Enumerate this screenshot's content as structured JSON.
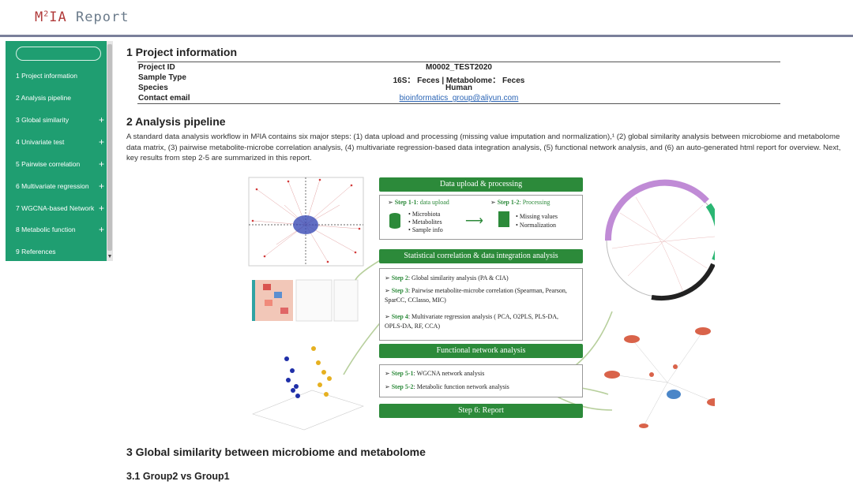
{
  "app": {
    "logo_main": "M",
    "logo_sup": "2",
    "logo_rest": "IA",
    "logo_report": "Report"
  },
  "sidebar": {
    "items": [
      {
        "label": "1 Project information",
        "expandable": false
      },
      {
        "label": "2 Analysis pipeline",
        "expandable": false
      },
      {
        "label": "3 Global similarity",
        "expandable": true
      },
      {
        "label": "4 Univariate test",
        "expandable": true
      },
      {
        "label": "5 Pairwise correlation",
        "expandable": true
      },
      {
        "label": "6 Multivariate regression",
        "expandable": true
      },
      {
        "label": "7 WGCNA-based Network",
        "expandable": true
      },
      {
        "label": "8 Metabolic function",
        "expandable": true
      },
      {
        "label": "9 References",
        "expandable": false
      }
    ],
    "plus_glyph": "+",
    "scroll_down": "▼"
  },
  "section1": {
    "title": "1 Project information",
    "rows": [
      {
        "key": "Project ID",
        "value": "M0002_TEST2020"
      },
      {
        "key": "Sample Type",
        "value": "16S： Feces      |     Metabolome： Feces"
      },
      {
        "key": "Species",
        "value": "Human"
      },
      {
        "key": "Contact email",
        "value": "bioinformatics_group@aliyun.com"
      }
    ]
  },
  "section2": {
    "title": "2 Analysis pipeline",
    "paragraph": "A standard data analysis workflow in M²IA contains six major steps: (1) data upload and processing (missing value imputation and normalization),¹ (2) global similarity analysis between microbiome and metabolome data matrix, (3) pairwise metabolite-microbe correlation analysis, (4) multivariate regression-based data integration analysis, (5) functional network analysis, and (6) an auto-generated html report for overview. Next, key results from step 2-5 are summarized in this report."
  },
  "figure": {
    "box1_title": "Data upload & processing",
    "step1_1": "Step 1-1",
    "step1_1_text": ": data upload",
    "step1_1_items": [
      "Microbiota",
      "Metabolites",
      "Sample info"
    ],
    "step1_2": "Step 1-2",
    "step1_2_text": ": Processing",
    "step1_2_items": [
      "Missing values",
      "Normalization"
    ],
    "box2_title": "Statistical correlation & data integration analysis",
    "step2": "Step 2",
    "step2_text": ": Global similarity analysis (PA & CIA)",
    "step3": "Step 3",
    "step3_text": ": Pairwise metabolite-microbe correlation (Spearman, Pearson, SparCC, CClasso, MIC)",
    "step4": "Step 4",
    "step4_text": ": Multivariate regression analysis ( PCA, O2PLS, PLS-DA, OPLS-DA, RF, CCA)",
    "box3_title": "Functional network analysis",
    "step5_1": "Step 5-1",
    "step5_1_text": ": WGCNA network analysis",
    "step5_2": "Step 5-2",
    "step5_2_text": ": Metabolic function network analysis",
    "box4_title": "Step 6: Report",
    "bullet": "➢"
  },
  "section3": {
    "title": "3 Global similarity between microbiome and metabolome",
    "sub1": "3.1 Group2 vs Group1"
  },
  "colors": {
    "sidebar_bg": "#1f9e71",
    "accent_green": "#2c8a3a",
    "link": "#2a64b5",
    "logo_red": "#b03a3a"
  }
}
